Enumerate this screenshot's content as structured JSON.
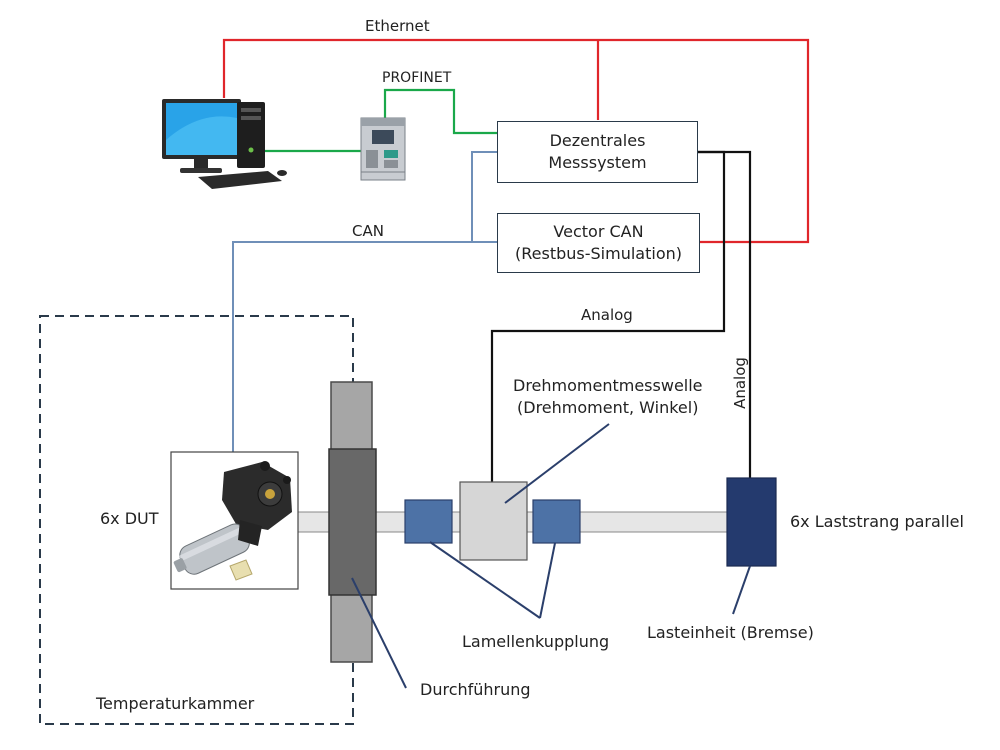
{
  "labels": {
    "ethernet": "Ethernet",
    "profinet": "PROFINET",
    "can": "CAN",
    "analog_h": "Analog",
    "analog_v": "Analog",
    "dut": "6x DUT",
    "chamber": "Temperaturkammer",
    "feedthrough": "Durchführung",
    "coupling": "Lamellenkupplung",
    "torque_line1": "Drehmomentmesswelle",
    "torque_line2": "(Drehmoment, Winkel)",
    "load_unit": "Lasteinheit (Bremse)",
    "parallel": "6x Laststrang parallel"
  },
  "boxes": {
    "daq_line1": "Dezentrales",
    "daq_line2": "Messsystem",
    "vector_line1": "Vector CAN",
    "vector_line2": "(Restbus-Simulation)"
  },
  "colors": {
    "ethernet": "#e0262b",
    "profinet": "#1aa84a",
    "can": "#6f8fb8",
    "analog": "#111111",
    "coupling": "#4d72a6",
    "brake": "#243a6e",
    "leader": "#2b3f6b",
    "chamber_border": "#2a3a4a",
    "feedthrough_outer": "#a6a6a6",
    "feedthrough_inner": "#686868",
    "shaft": "#e6e6e6",
    "torque_sensor": "#d6d6d6"
  },
  "icons": {
    "computer": "desktop-computer-icon",
    "plc": "plc-controller-icon",
    "motor": "window-lift-motor-photo"
  }
}
